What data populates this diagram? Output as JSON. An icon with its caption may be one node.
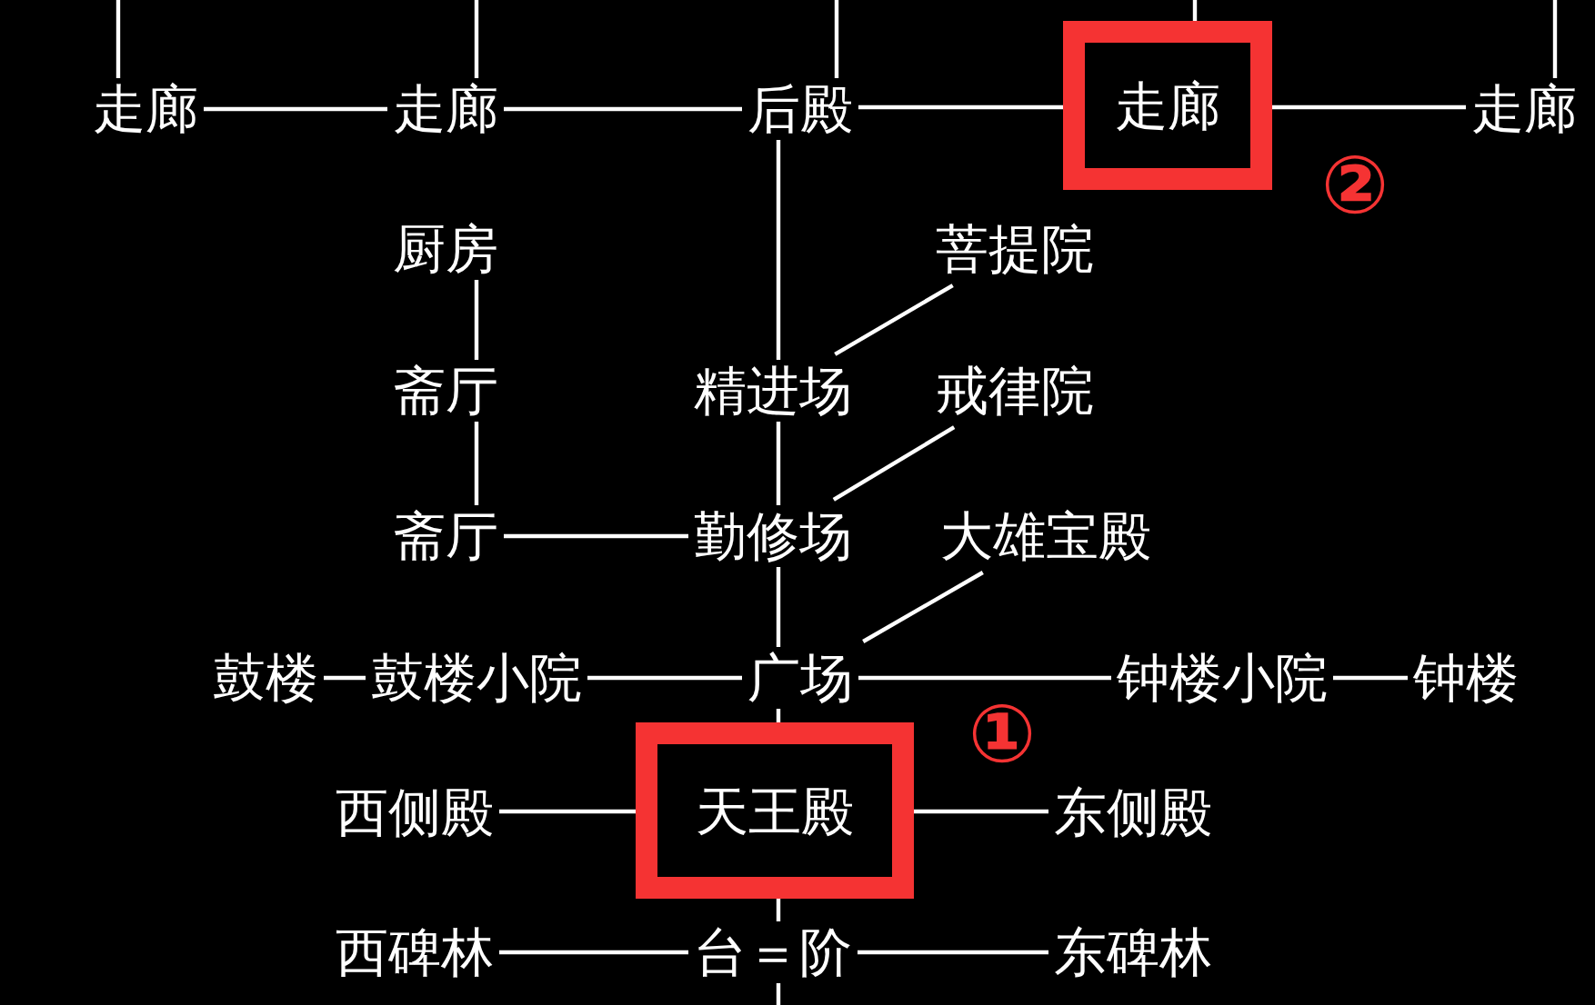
{
  "diagram": {
    "nodes": [
      {
        "text": [
          "走廊"
        ]
      },
      {
        "text": [
          "走廊"
        ]
      },
      {
        "text": [
          "后殿"
        ]
      },
      {
        "text": [
          "走廊"
        ],
        "beside": [
          "②"
        ]
      },
      {
        "text": [
          "走廊"
        ]
      },
      {
        "text": [
          "厨房"
        ]
      },
      {
        "text": [
          "菩提院"
        ]
      },
      {
        "text": [
          "斋厅"
        ]
      },
      {
        "text": [
          "精进场"
        ]
      },
      {
        "text": [
          "戒律院"
        ]
      },
      {
        "text": [
          "斋厅"
        ]
      },
      {
        "text": [
          "勤修场"
        ]
      },
      {
        "text": [
          "大雄宝殿"
        ]
      },
      {
        "text": [
          "鼓楼"
        ]
      },
      {
        "text": [
          "鼓楼小院"
        ]
      },
      {
        "text": [
          "广场"
        ]
      },
      {
        "text": [
          "钟楼小院"
        ]
      },
      {
        "text": [
          "钟楼"
        ]
      },
      {
        "text": [
          "西侧殿"
        ]
      },
      {
        "text": [
          "天王殿"
        ],
        "beside": [
          "①"
        ]
      },
      {
        "text": [
          "东侧殿"
        ]
      },
      {
        "text": [
          "西碑林"
        ]
      },
      {
        "text": [
          "台＝阶"
        ]
      },
      {
        "text": [
          "东碑林"
        ]
      }
    ],
    "edges": [
      {
        "from": null,
        "to": 0,
        "arrow": "none"
      },
      {
        "from": null,
        "to": 1,
        "arrow": "none"
      },
      {
        "from": null,
        "to": 2,
        "arrow": "none"
      },
      {
        "from": null,
        "to": 3,
        "arrow": "none"
      },
      {
        "from": null,
        "to": 4,
        "arrow": "none"
      },
      {
        "from": 0,
        "to": 1,
        "arrow": "none"
      },
      {
        "from": 1,
        "to": 2,
        "arrow": "none"
      },
      {
        "from": 2,
        "to": 3,
        "arrow": "none"
      },
      {
        "from": 3,
        "to": 4,
        "arrow": "none"
      },
      {
        "from": 2,
        "to": 8,
        "arrow": "none"
      },
      {
        "from": 5,
        "to": 7,
        "arrow": "none"
      },
      {
        "from": 6,
        "to": 8,
        "arrow": "none"
      },
      {
        "from": 7,
        "to": 10,
        "arrow": "none"
      },
      {
        "from": 8,
        "to": 11,
        "arrow": "none"
      },
      {
        "from": 9,
        "to": 11,
        "arrow": "none"
      },
      {
        "from": 10,
        "to": 11,
        "arrow": "none"
      },
      {
        "from": 11,
        "to": 15,
        "arrow": "none"
      },
      {
        "from": 12,
        "to": 15,
        "arrow": "none"
      },
      {
        "from": 13,
        "to": 14,
        "arrow": "none"
      },
      {
        "from": 14,
        "to": 15,
        "arrow": "none"
      },
      {
        "from": 15,
        "to": 16,
        "arrow": "none"
      },
      {
        "from": 16,
        "to": 17,
        "arrow": "none"
      },
      {
        "from": 15,
        "to": 19,
        "arrow": "none"
      },
      {
        "from": 18,
        "to": 19,
        "arrow": "none"
      },
      {
        "from": 19,
        "to": 20,
        "arrow": "none"
      },
      {
        "from": 19,
        "to": 22,
        "arrow": "none"
      },
      {
        "from": 21,
        "to": 22,
        "arrow": "none"
      },
      {
        "from": 22,
        "to": 23,
        "arrow": "none"
      },
      {
        "from": 22,
        "to": null,
        "arrow": "none"
      }
    ]
  }
}
